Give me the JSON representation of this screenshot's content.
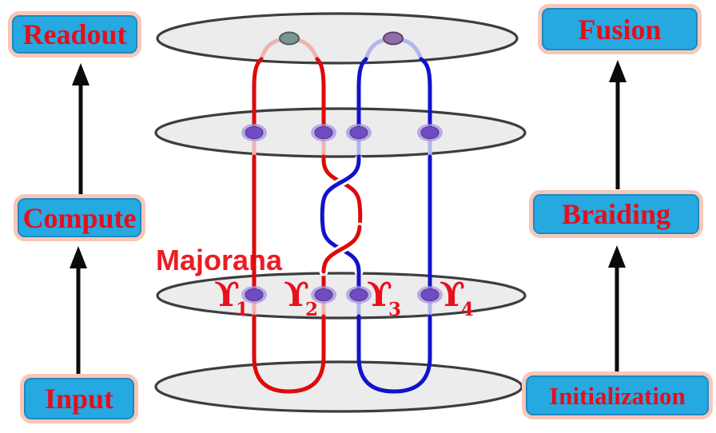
{
  "stages": {
    "left": [
      {
        "label": "Readout"
      },
      {
        "label": "Compute"
      },
      {
        "label": "Input"
      }
    ],
    "right": [
      {
        "label": "Fusion"
      },
      {
        "label": "Braiding"
      },
      {
        "label": "Initialization"
      }
    ]
  },
  "diagram": {
    "majorana_label": "Majorana",
    "gammas": [
      {
        "symbol": "ϒ",
        "sub": "1"
      },
      {
        "symbol": "ϒ",
        "sub": "2"
      },
      {
        "symbol": "ϒ",
        "sub": "3"
      },
      {
        "symbol": "ϒ",
        "sub": "4"
      }
    ],
    "planes_count": "4",
    "worldlines": [
      {
        "name": "red-worldline",
        "color": "#dd0a0a"
      },
      {
        "name": "blue-worldline",
        "color": "#1212cc"
      }
    ],
    "crossings": [
      {
        "order": "blue-over-red"
      },
      {
        "order": "red-over-blue"
      }
    ]
  },
  "colors": {
    "box_fill": "#25a9e0",
    "box_border": "#f6c7ba",
    "label_red": "#e60e1e",
    "majorana_red": "#ed1c24",
    "line_red": "#dd0a0a",
    "line_blue": "#1212cc",
    "faded_red": "#f0b2b2",
    "faded_blue": "#b2b6ea",
    "ellipse_fill": "#ececec",
    "ellipse_stroke": "#3d3d3d",
    "dot_purple": "#6f4cc2",
    "dot_halo": "#a893de",
    "dot_teal": "#7a9490",
    "dot_mauve": "#8f6fa1",
    "arrow_black": "#0b0b0b"
  }
}
